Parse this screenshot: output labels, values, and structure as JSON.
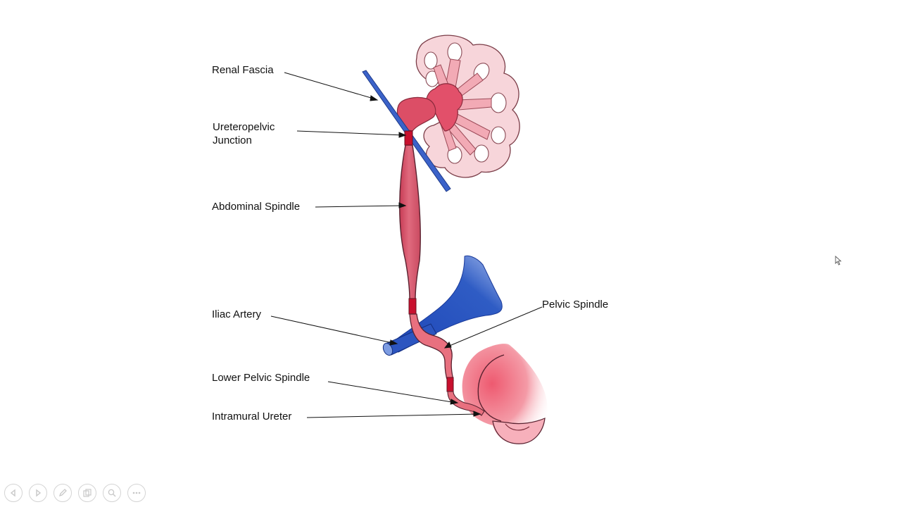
{
  "labels": {
    "renal_fascia": "Renal Fascia",
    "ureteropelvic_line1": "Ureteropelvic",
    "ureteropelvic_line2": "Junction",
    "abdominal_spindle": "Abdominal Spindle",
    "iliac_artery": "Iliac Artery",
    "pelvic_spindle": "Pelvic Spindle",
    "lower_pelvic_spindle": "Lower Pelvic Spindle",
    "intramural_ureter": "Intramural Ureter"
  },
  "toolbar": {
    "icons": [
      "previous-icon",
      "next-icon",
      "pen-icon",
      "slides-icon",
      "zoom-icon",
      "more-icon"
    ]
  },
  "colors": {
    "ureter": "#d9546a",
    "narrowing": "#c8102e",
    "vessel_blue": "#2f5cc4",
    "kidney_pale": "#f7d5da",
    "bladder": "#f08b99"
  }
}
